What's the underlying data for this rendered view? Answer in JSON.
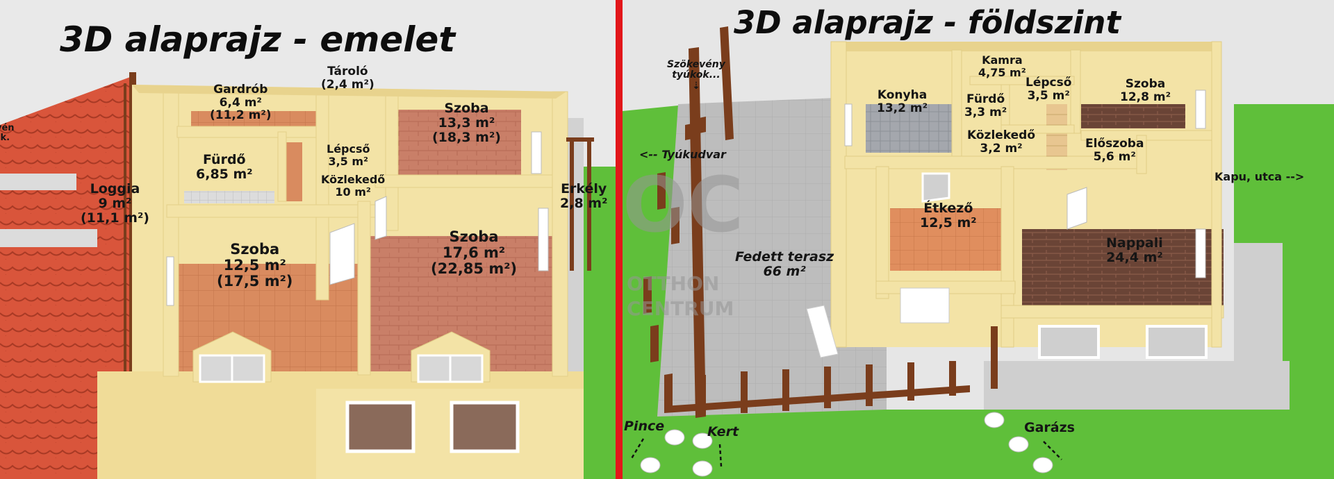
{
  "left": {
    "title": "3D alaprajz - emelet",
    "rooms": {
      "gardrob": {
        "name": "Gardrób",
        "area": "6,4 m²",
        "extra": "(11,2 m²)"
      },
      "tarolo": {
        "name": "Tároló",
        "area": "(2,4 m²)"
      },
      "szoba_ur": {
        "name": "Szoba",
        "area": "13,3 m²",
        "extra": "(18,3 m²)"
      },
      "furdo": {
        "name": "Fürdő",
        "area": "6,85 m²"
      },
      "lepcso": {
        "name": "Lépcső",
        "area": "3,5 m²"
      },
      "kozlekedo": {
        "name": "Közlekedő",
        "area": "10 m²"
      },
      "loggia": {
        "name": "Loggia",
        "area": "9 m²",
        "extra": "(11,1 m²)"
      },
      "erkely": {
        "name": "Erkély",
        "area": "2,8 m²"
      },
      "szoba_bl": {
        "name": "Szoba",
        "area": "12,5 m²",
        "extra": "(17,5 m²)"
      },
      "szoba_br": {
        "name": "Szoba",
        "area": "17,6 m²",
        "extra": "(22,85 m²)"
      }
    },
    "edge_fragment_top": "vén",
    "edge_fragment_bottom": "k."
  },
  "right": {
    "title": "3D alaprajz - földszint",
    "rooms": {
      "kamra": {
        "name": "Kamra",
        "area": "4,75 m²"
      },
      "konyha": {
        "name": "Konyha",
        "area": "13,2 m²"
      },
      "furdo": {
        "name": "Fürdő",
        "area": "3,3 m²"
      },
      "lepcso": {
        "name": "Lépcső",
        "area": "3,5 m²"
      },
      "szoba": {
        "name": "Szoba",
        "area": "12,8 m²"
      },
      "kozlekedo": {
        "name": "Közlekedő",
        "area": "3,2 m²"
      },
      "eloszoba": {
        "name": "Előszoba",
        "area": "5,6 m²"
      },
      "etkezo": {
        "name": "Étkező",
        "area": "12,5 m²"
      },
      "nappali": {
        "name": "Nappali",
        "area": "24,4 m²"
      },
      "terasz": {
        "name": "Fedett terasz",
        "area": "66 m²"
      }
    },
    "annotations": {
      "szokeveny_l1": "Szökevény",
      "szokeveny_l2": "tyúkok...",
      "szokeveny_arrow": "⇣",
      "tyukudvar": "<-- Tyúkudvar",
      "kapu": "Kapu, utca -->",
      "pince": "Pince",
      "kert": "Kert",
      "garazs": "Garázs"
    },
    "watermark": {
      "logo": "OC",
      "line1": "OTTHON",
      "line2": "CENTRUM"
    }
  },
  "colors": {
    "divider": "#e2161a",
    "wall": "#f3e3a6",
    "grass": "#5fbf3a",
    "roof": "#d9553b",
    "wood": "#7a3d1c"
  }
}
